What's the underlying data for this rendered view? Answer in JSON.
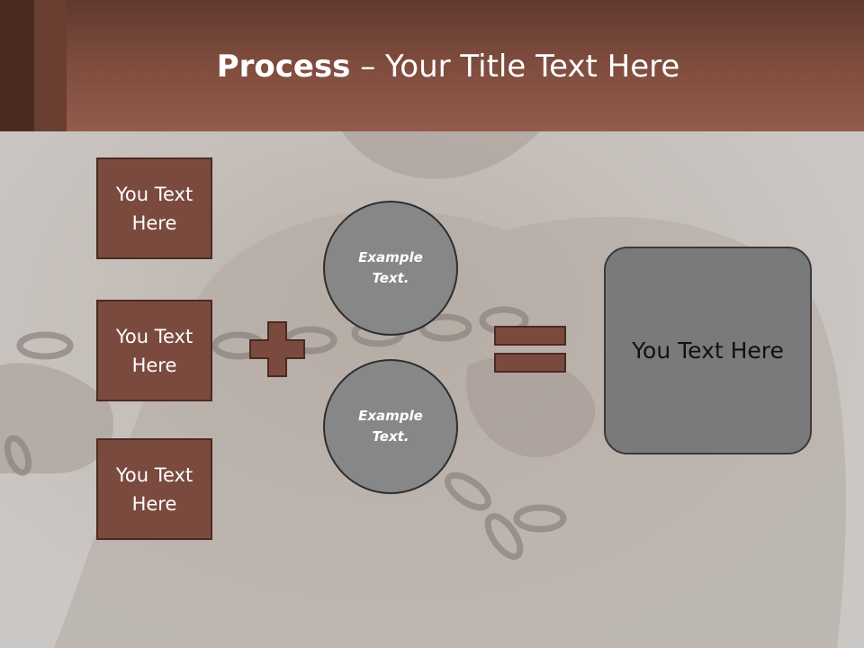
{
  "slide": {
    "title_bold": "Process",
    "title_rest": " – Your Title Text Here"
  },
  "left_boxes": [
    {
      "label": "You Text Here"
    },
    {
      "label": "You Text Here"
    },
    {
      "label": "You Text Here"
    }
  ],
  "circles": [
    {
      "label": "Example Text."
    },
    {
      "label": "Example Text."
    }
  ],
  "result_box": {
    "label": "You Text Here"
  },
  "colors": {
    "header": "#7d4b3d",
    "box_fill": "#7b4a3f",
    "circle_fill": "#878787",
    "result_fill": "#7a7a7a",
    "operator": "#7b4a3f"
  },
  "icons": {
    "plus": "plus-icon",
    "equals": "equals-icon"
  }
}
